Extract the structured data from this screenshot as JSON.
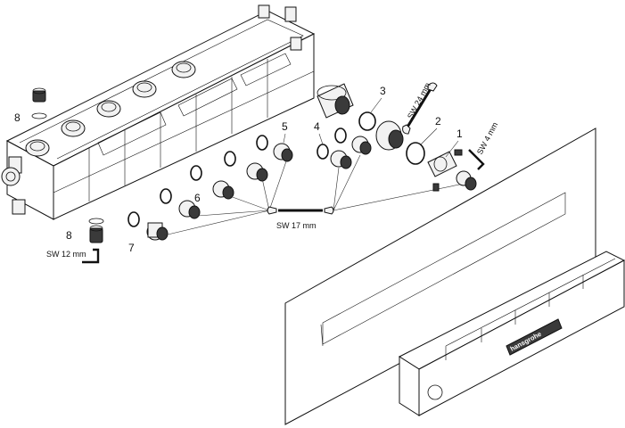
{
  "callouts": {
    "n1": "1",
    "n2": "2",
    "n3": "3",
    "n4": "4",
    "n5": "5",
    "n6": "6",
    "n7": "7",
    "n8a": "8",
    "n8b": "8"
  },
  "wrenches": {
    "sw24": "SW 24 mm",
    "sw4": "SW 4 mm",
    "sw17": "SW 17 mm",
    "sw12": "SW 12 mm"
  },
  "brand": {
    "logo": "hansgrohe"
  },
  "colors": {
    "line": "#111111",
    "background": "#ffffff"
  }
}
